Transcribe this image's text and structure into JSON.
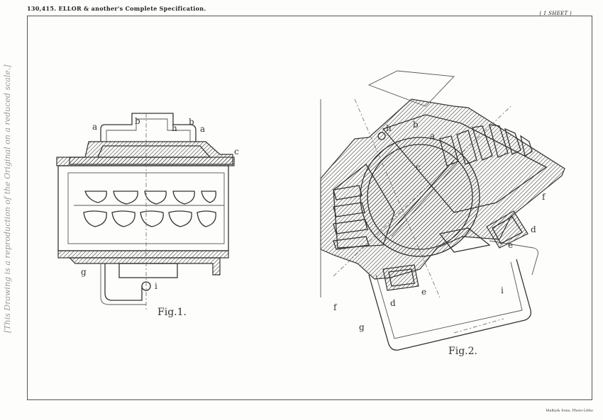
{
  "header": {
    "title": "130,415. ELLOR & another's Complete Specification.",
    "sheet": "( 1 SHEET )"
  },
  "side_note": "[This Drawing is a reproduction of the Original on a reduced scale.]",
  "printer": "Malby& Sons, Photo-Litho",
  "fig1": {
    "caption": "Fig.1.",
    "labels": {
      "a1": "a",
      "b1": "b",
      "h": "h",
      "b2": "b",
      "a2": "a",
      "c": "c",
      "g": "g",
      "i": "i"
    }
  },
  "fig2": {
    "caption": "Fig.2.",
    "labels": {
      "h": "h",
      "b": "b",
      "a": "a",
      "c": "c",
      "f1": "f",
      "d1": "d",
      "e1": "e",
      "f2": "f",
      "d2": "d",
      "e2": "e",
      "i": "i",
      "g": "g"
    }
  }
}
